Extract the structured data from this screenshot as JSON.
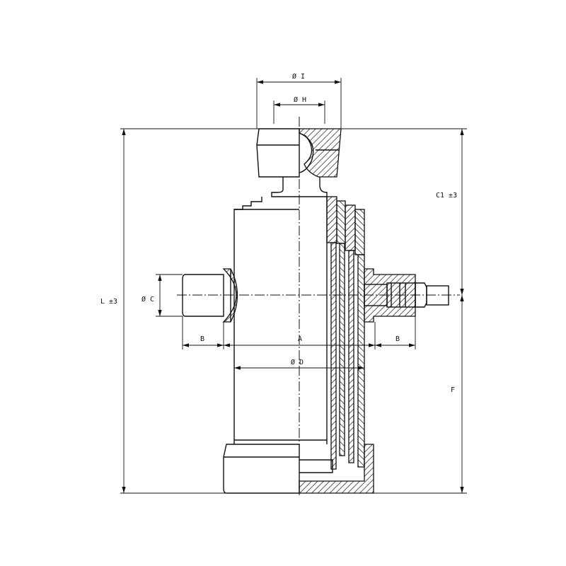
{
  "title": "Telescopic hydraulic cylinder dimension drawing",
  "dimensions": {
    "dia_I": "Ø I",
    "dia_H": "Ø H",
    "C1": "C1 ±3",
    "L": "L ±3",
    "dia_C": "Ø C",
    "B_left": "B",
    "A": "A",
    "B_right": "B",
    "dia_D": "Ø D",
    "F": "F"
  },
  "colors": {
    "line": "#111111",
    "background": "#ffffff"
  }
}
